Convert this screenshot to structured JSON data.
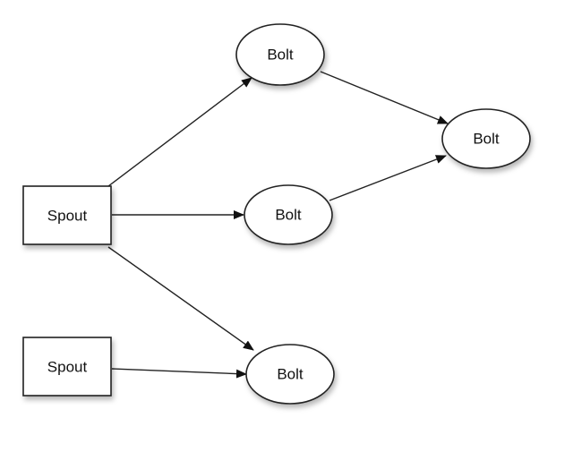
{
  "diagram": {
    "nodes": [
      {
        "id": "bolt-top",
        "shape": "ellipse",
        "label": "Bolt"
      },
      {
        "id": "bolt-right",
        "shape": "ellipse",
        "label": "Bolt"
      },
      {
        "id": "spout-1",
        "shape": "rect",
        "label": "Spout"
      },
      {
        "id": "bolt-middle",
        "shape": "ellipse",
        "label": "Bolt"
      },
      {
        "id": "spout-2",
        "shape": "rect",
        "label": "Spout"
      },
      {
        "id": "bolt-bottom",
        "shape": "ellipse",
        "label": "Bolt"
      }
    ],
    "edges": [
      {
        "from": "spout-1",
        "to": "bolt-top"
      },
      {
        "from": "spout-1",
        "to": "bolt-middle"
      },
      {
        "from": "spout-1",
        "to": "bolt-bottom"
      },
      {
        "from": "spout-2",
        "to": "bolt-bottom"
      },
      {
        "from": "bolt-top",
        "to": "bolt-right"
      },
      {
        "from": "bolt-middle",
        "to": "bolt-right"
      }
    ]
  }
}
